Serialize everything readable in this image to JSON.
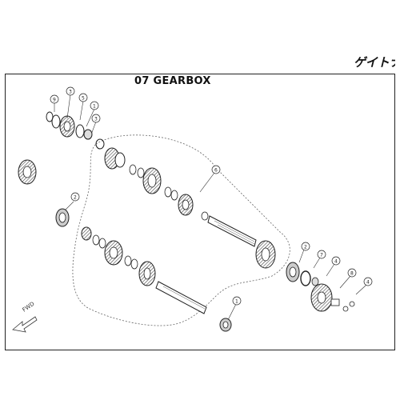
{
  "header": {
    "title": "07 GEARBOX",
    "brand_logo_text": "ゲイトナ"
  },
  "diagram": {
    "direction_label": "FWD",
    "callouts": [
      {
        "id": "c9a",
        "label": "9"
      },
      {
        "id": "c3a",
        "label": "3"
      },
      {
        "id": "c5",
        "label": "5"
      },
      {
        "id": "c1a",
        "label": "1"
      },
      {
        "id": "c3b",
        "label": "3"
      },
      {
        "id": "c6",
        "label": "6"
      },
      {
        "id": "c2a",
        "label": "2"
      },
      {
        "id": "c1b",
        "label": "1"
      },
      {
        "id": "c2b",
        "label": "2"
      },
      {
        "id": "c7",
        "label": "7"
      },
      {
        "id": "c4",
        "label": "4"
      },
      {
        "id": "c8",
        "label": "8"
      },
      {
        "id": "c9b",
        "label": "4"
      }
    ]
  },
  "colors": {
    "line": "#222222",
    "hatch": "#555555",
    "dash": "#666666"
  }
}
